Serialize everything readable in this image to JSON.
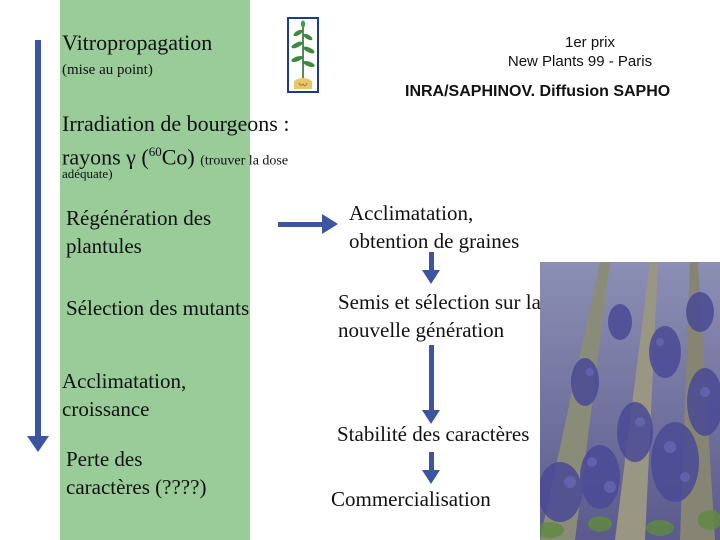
{
  "title": "Vitropropagation",
  "subtitle": "(mise au point)",
  "prize_line1": "1er prix",
  "prize_line2": "New Plants 99 - Paris",
  "credit": "INRA/SAPHINOV. Diffusion SAPHO",
  "irradiation": {
    "line1": "Irradiation de bourgeons :",
    "rays_prefix": "rayons ",
    "gamma": "γ",
    "paren_open": " (",
    "isotope_mass": "60",
    "isotope": "Co)",
    "dose_note": "(trouver la dose",
    "dose_note_cont": "adéquate)"
  },
  "left_steps": [
    {
      "line1": "Régénération des",
      "line2": "plantules"
    },
    {
      "line1": "Sélection des mutants"
    },
    {
      "line1": "Acclimatation,",
      "line2": "croissance"
    },
    {
      "line1": "Perte des",
      "line2": "caractères (????)"
    }
  ],
  "right_steps": [
    {
      "line1": "Acclimatation,",
      "line2": "obtention de graines"
    },
    {
      "line1": "Semis et sélection sur la",
      "line2": "nouvelle génération"
    },
    {
      "line1": "Stabilité des caractères"
    },
    {
      "line1": "Commercialisation"
    }
  ],
  "colors": {
    "green_band": "#99cc99",
    "arrow_blue": "#3b55a0"
  },
  "icons": [
    "plantlet-in-vitro-logo-icon",
    "long-down-arrow-icon",
    "right-arrow-icon",
    "down-arrow-icon"
  ]
}
